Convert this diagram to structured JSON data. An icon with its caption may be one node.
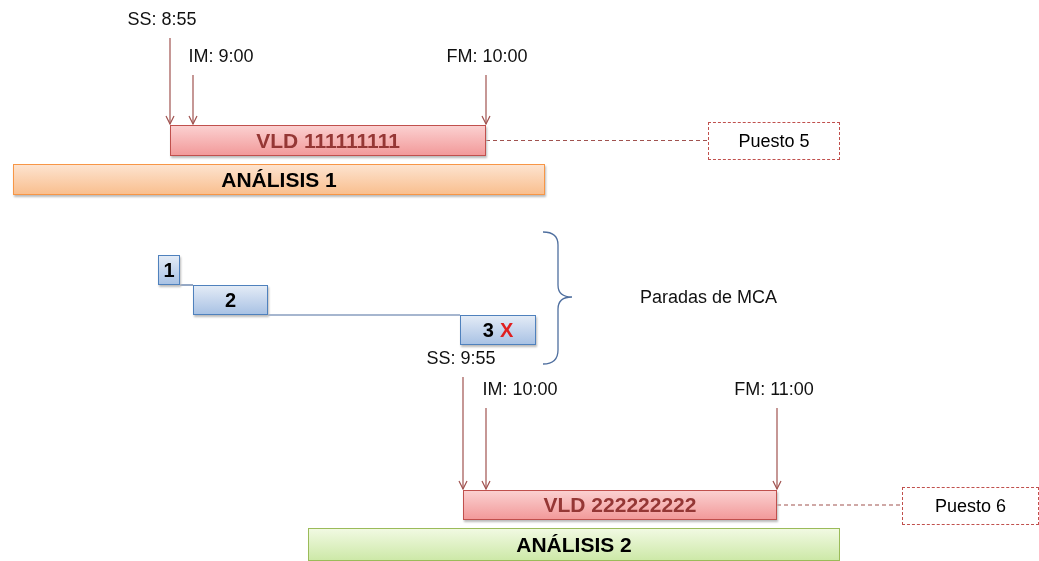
{
  "diagram": {
    "nodes": [
      {
        "text": [
          "SS: 8:55"
        ]
      },
      {
        "text": [
          "IM: 9:00"
        ]
      },
      {
        "text": [
          "FM: 10:00"
        ]
      },
      {
        "text": [
          "VLD 111111111"
        ]
      },
      {
        "text": [
          "Puesto 5"
        ]
      },
      {
        "text": [
          "ANÁLISIS  1"
        ]
      },
      {
        "text": [
          "1"
        ]
      },
      {
        "text": [
          "2"
        ]
      },
      {
        "text": [
          "3",
          "X"
        ]
      },
      {
        "text": [
          "SS: 9:55"
        ]
      },
      {
        "text": [
          "IM: 10:00"
        ]
      },
      {
        "text": [
          "FM: 11:00"
        ]
      },
      {
        "text": [
          "VLD 222222222"
        ]
      },
      {
        "text": [
          "Puesto 6"
        ]
      },
      {
        "text": [
          "ANÁLISIS  2"
        ]
      }
    ],
    "edges": [
      {
        "from": 0,
        "to": 3,
        "arrow": "to"
      },
      {
        "from": 1,
        "to": 3,
        "arrow": "to"
      },
      {
        "from": 2,
        "to": 3,
        "arrow": "to"
      },
      {
        "from": 3,
        "to": 4,
        "arrow": "none",
        "style": "dashed"
      },
      {
        "from": 6,
        "to": 7,
        "arrow": "none",
        "color": "#4f6f9f"
      },
      {
        "from": 7,
        "to": 8,
        "arrow": "none",
        "color": "#4f6f9f"
      },
      {
        "from": 9,
        "to": 12,
        "arrow": "to"
      },
      {
        "from": 10,
        "to": 12,
        "arrow": "to"
      },
      {
        "from": 11,
        "to": 12,
        "arrow": "to"
      },
      {
        "from": 12,
        "to": 13,
        "arrow": "none",
        "style": "dashed"
      }
    ],
    "labels": [
      "Paradas de MCA"
    ]
  }
}
